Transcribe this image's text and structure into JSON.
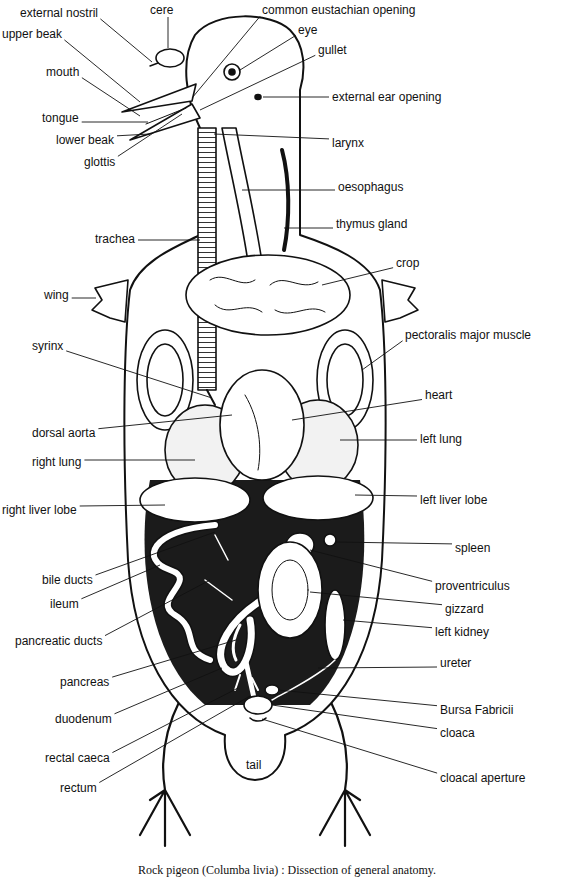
{
  "diagram": {
    "caption": "Rock pigeon (Columba livia) : Dissection of general anatomy.",
    "labels": [
      "external nostril",
      "cere",
      "common eustachian opening",
      "eye",
      "upper beak",
      "gullet",
      "mouth",
      "external ear opening",
      "tongue",
      "larynx",
      "lower beak",
      "glottis",
      "oesophagus",
      "thymus gland",
      "trachea",
      "crop",
      "wing",
      "pectoralis major muscle",
      "syrinx",
      "heart",
      "dorsal aorta",
      "left lung",
      "right lung",
      "left liver lobe",
      "right liver lobe",
      "spleen",
      "bile ducts",
      "proventriculus",
      "ileum",
      "gizzard",
      "pancreatic ducts",
      "left kidney",
      "ureter",
      "pancreas",
      "Bursa Fabricii",
      "duodenum",
      "cloaca",
      "rectal caeca",
      "tail",
      "cloacal aperture",
      "rectum"
    ]
  }
}
